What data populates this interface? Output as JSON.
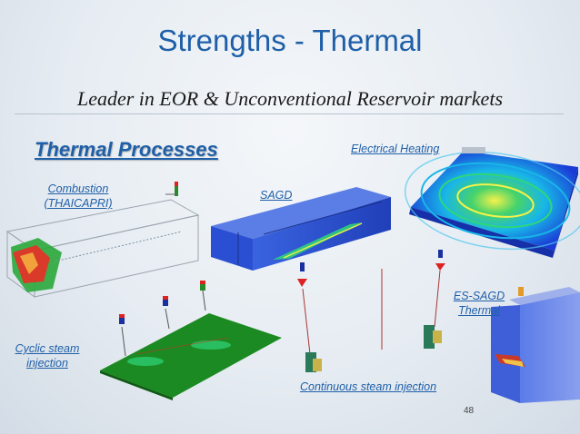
{
  "title": "Strengths - Thermal",
  "subtitle": "Leader in EOR & Unconventional Reservoir markets",
  "heading": "Thermal Processes",
  "labels": {
    "electrical_heating": "Electrical Heating",
    "combustion_line1": "Combustion",
    "combustion_line2": "(THAICAPRI)",
    "sagd": "SAGD",
    "es_sagd_line1": "ES-SAGD",
    "es_sagd_line2": "Thermal",
    "cyclic_line1": "Cyclic steam",
    "cyclic_line2": "injection",
    "continuous": "Continuous steam injection"
  },
  "page_number": "48",
  "colors": {
    "title": "#1f5fa8",
    "label": "#1f5fa8",
    "sagd_block": "#2a4fd0",
    "heating_block": "#1c3cd8",
    "cyclic_plane": "#1c8a22"
  }
}
